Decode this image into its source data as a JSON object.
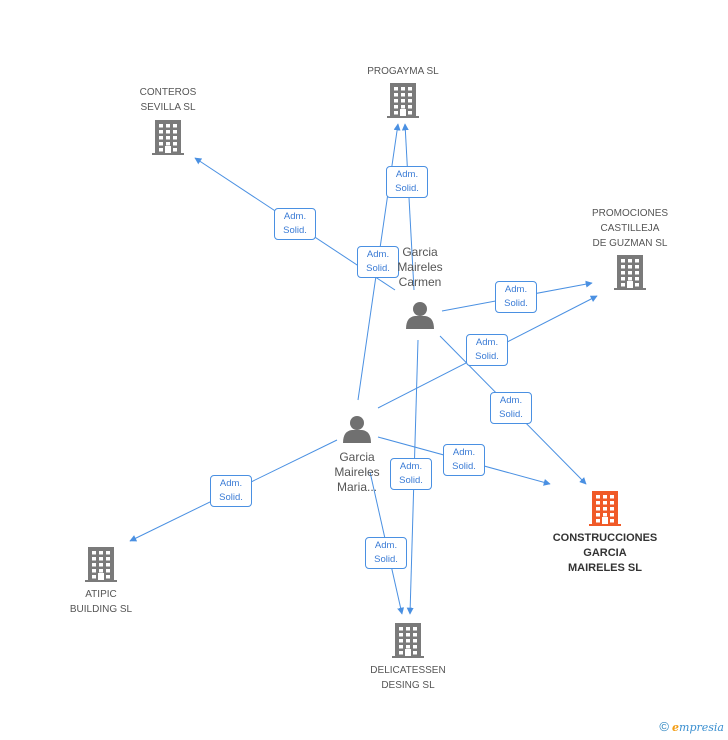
{
  "colors": {
    "edge": "#4a90e2",
    "company": "#7a7a7a",
    "main_company": "#f05a28",
    "person": "#707070"
  },
  "companies": [
    {
      "id": "progayma",
      "label": "PROGAYMA SL",
      "icon": "building-icon"
    },
    {
      "id": "conteros",
      "label": "CONTEROS\nSEVILLA SL",
      "icon": "building-icon"
    },
    {
      "id": "promociones",
      "label": "PROMOCIONES\nCASTILLEJA\nDE GUZMAN SL",
      "icon": "building-icon"
    },
    {
      "id": "construcciones",
      "label": "CONSTRUCCIONES\nGARCIA\nMAIRELES SL",
      "icon": "building-icon",
      "main": true
    },
    {
      "id": "atipic",
      "label": "ATIPIC\nBUILDING SL",
      "icon": "building-icon"
    },
    {
      "id": "delicatessen",
      "label": "DELICATESSEN\nDESING SL",
      "icon": "building-icon"
    }
  ],
  "persons": [
    {
      "id": "carmen",
      "label": "Garcia\nMaireles\nCarmen",
      "icon": "person-icon"
    },
    {
      "id": "maria",
      "label": "Garcia\nMaireles\nMaria...",
      "icon": "person-icon"
    }
  ],
  "edges": [
    {
      "from": "carmen",
      "to": "conteros",
      "label": "Adm.\nSolid."
    },
    {
      "from": "carmen",
      "to": "progayma",
      "label": "Adm.\nSolid."
    },
    {
      "from": "carmen",
      "to": "promociones",
      "label": "Adm.\nSolid."
    },
    {
      "from": "carmen",
      "to": "construcciones",
      "label": "Adm.\nSolid."
    },
    {
      "from": "carmen",
      "to": "delicatessen",
      "label": "Adm.\nSolid."
    },
    {
      "from": "maria",
      "to": "progayma",
      "label": "Adm.\nSolid."
    },
    {
      "from": "maria",
      "to": "promociones",
      "label": "Adm.\nSolid."
    },
    {
      "from": "maria",
      "to": "construcciones",
      "label": "Adm.\nSolid."
    },
    {
      "from": "maria",
      "to": "atipic",
      "label": "Adm.\nSolid."
    },
    {
      "from": "maria",
      "to": "delicatessen",
      "label": "Adm.\nSolid."
    }
  ],
  "footer": {
    "copyright": "©",
    "brand_initial": "e",
    "brand_rest": "mpresia"
  }
}
